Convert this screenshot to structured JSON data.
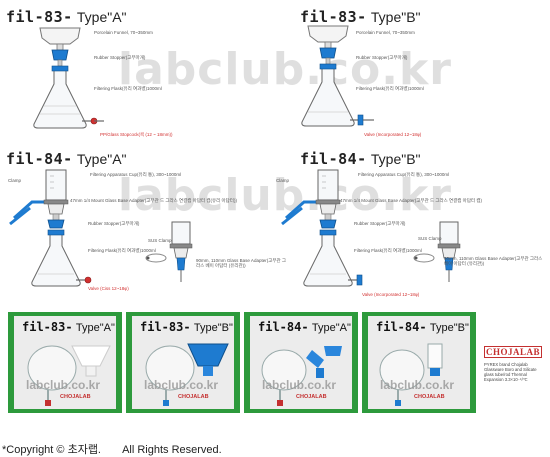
{
  "watermarks": [
    "labclub.co.kr",
    "labclub.co.kr"
  ],
  "diagrams": {
    "tl": {
      "code": "fil-83-",
      "type": "Type\"A\"",
      "labels": [
        "Porcelain Funnel, 70~350mm",
        "Rubber Stopper(고무마개)",
        "Filtering Flask(유리 여과병)1000ml",
        "PP/Glass Stopcock(콕 (12 ~ 18mm))"
      ]
    },
    "tr": {
      "code": "fil-83-",
      "type": "Type\"B\"",
      "labels": [
        "Porcelain Funnel, 70~350mm",
        "Rubber Stopper(고무마개)",
        "Filtering Flask(유리 여과병)1000ml",
        "Valve (Incorporated 12~18φ)"
      ]
    },
    "bl": {
      "code": "fil-84-",
      "type": "Type\"A\"",
      "labels": [
        "Clamp",
        "Filtering Apparatus Cup(유리 통), 300~1000ml",
        "47mm 1/4 Mount Glass Base Adapter(고무관 드 그라스 연결캡 아답터 캡(유리 아답터))",
        "Rubber Stopper(고무마개)",
        "Filtering Flask(유리 여과병)1000ml",
        "SUS Clamp",
        "90mm, 110mm Glass Base Adapter(고무관 그라스 베이 아답터 (유리관))",
        "Valve (Ciss 12~18φ)"
      ]
    },
    "br": {
      "code": "fil-84-",
      "type": "Type\"B\"",
      "labels": [
        "Clamp",
        "Filtering Apparatus Cup(유리 통), 300~1000ml",
        "47mm 1/4 Mount Glass Base Adapter(고무관 드 그라스 연결캡 아답터 캡)",
        "Rubber Stopper(고무마개)",
        "Filtering Flask(유리 여과병)1000ml",
        "SUS Clamp",
        "90mm, 110mm Glass Base Adapter(고무관 그라스 베이 아답터 (유리관))",
        "Valve (Incorporated 12~18φ)"
      ]
    }
  },
  "photos": [
    {
      "code": "fil-83-",
      "type": "Type\"A\"",
      "watermark": "labclub.co.kr",
      "brand": "CHOJALAB"
    },
    {
      "code": "fil-83-",
      "type": "Type\"B\"",
      "watermark": "labclub.co.kr",
      "brand": "CHOJALAB"
    },
    {
      "code": "fil-84-",
      "type": "Type\"A\"",
      "watermark": "labclub.co.kr",
      "brand": "CHOJALAB"
    },
    {
      "code": "fil-84-",
      "type": "Type\"B\"",
      "watermark": "labclub.co.kr",
      "brand": "CHOJALAB"
    }
  ],
  "brand": {
    "name": "CHOJALAB",
    "note": "PYREX brand Chojalab Glassware Boro and Silicate glass tube/rod Thermal Expansion 3.3×10⁻⁶/℃"
  },
  "copyright": {
    "left": "*Copyright © 초자랩.",
    "right": "All Rights Reserved."
  },
  "colors": {
    "photo_frame": "#2d9a3c",
    "brand_red": "#c43030",
    "stopper_blue": "#1e7bd0",
    "stopcock_red": "#d23030"
  }
}
